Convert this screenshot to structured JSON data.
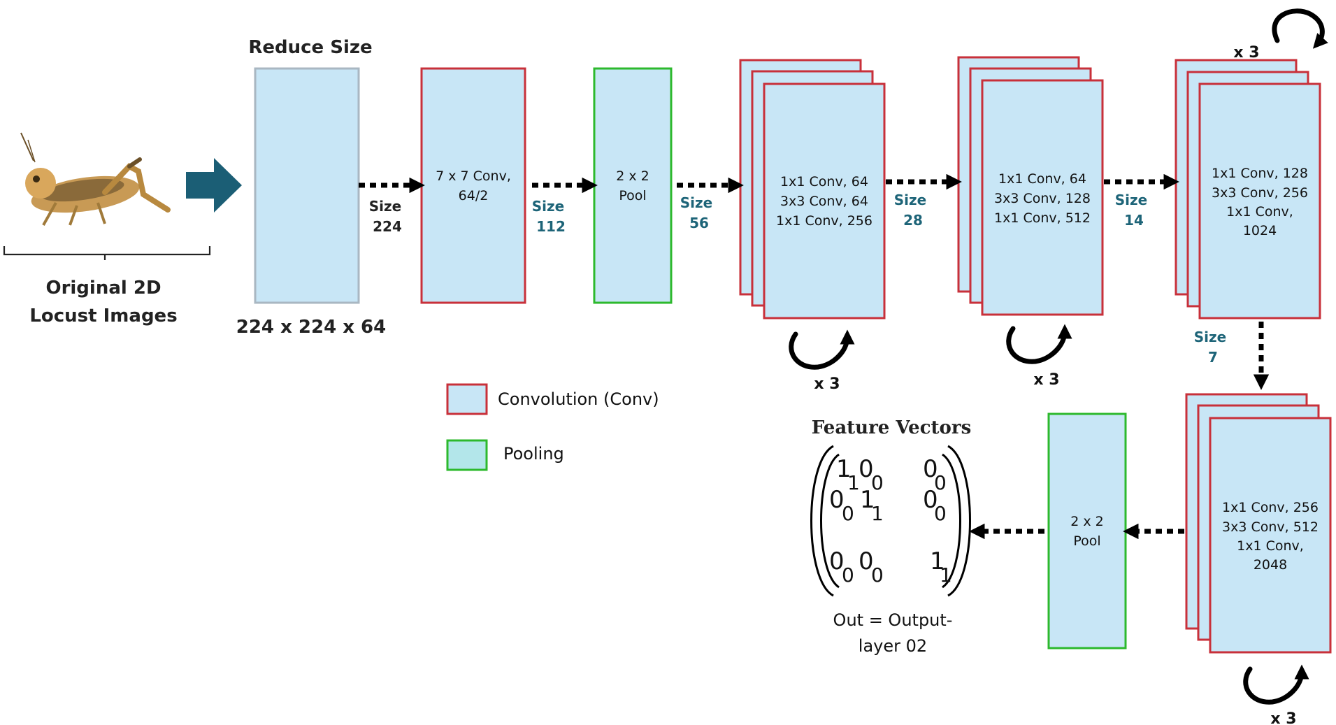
{
  "labels": {
    "original_line1": "Original 2D",
    "original_line2": "Locust Images",
    "reduce_size": "Reduce Size",
    "dims": "224 x 224 x 64",
    "feature_vectors": "Feature Vectors",
    "out_line1": "Out = Output-",
    "out_line2": "layer 02"
  },
  "sizes": {
    "s224": [
      "Size",
      "224"
    ],
    "s112": [
      "Size",
      "112"
    ],
    "s56": [
      "Size",
      "56"
    ],
    "s28": [
      "Size",
      "28"
    ],
    "s14": [
      "Size",
      "14"
    ],
    "s7": [
      "Size",
      "7"
    ]
  },
  "blocks": {
    "conv7": [
      "7 x 7 Conv,",
      "64/2"
    ],
    "pool1": [
      "2 x 2",
      "Pool"
    ],
    "stage1": [
      "1x1 Conv, 64",
      "3x3 Conv, 64",
      "1x1 Conv, 256"
    ],
    "stage2": [
      "1x1 Conv, 64",
      "3x3 Conv, 128",
      "1x1 Conv, 512"
    ],
    "stage3": [
      "1x1 Conv, 128",
      "3x3 Conv, 256",
      "1x1 Conv,",
      "1024"
    ],
    "stage4": [
      "1x1 Conv, 256",
      "3x3 Conv, 512",
      "1x1 Conv,",
      "2048"
    ],
    "pool2": [
      "2 x 2",
      "Pool"
    ]
  },
  "repeats": {
    "stage1": "x 3",
    "stage2": "x 3",
    "stage3": "x 3",
    "stage4": "x 3"
  },
  "legend": {
    "conv": "Convolution (Conv)",
    "pool": "Pooling"
  },
  "matrix_digits": {
    "d1": "1",
    "d2": "1",
    "d3": "0",
    "d4": "0",
    "d5": "0",
    "d6": "0",
    "d7": "0",
    "d8": "0",
    "d9": "1",
    "d10": "1",
    "d11": "0",
    "d12": "0",
    "d13": "0",
    "d14": "0",
    "d15": "0",
    "d16": "0",
    "d17": "1",
    "d18": "1"
  },
  "colors": {
    "box_fill": "#c8e6f6",
    "conv_border": "#c8303a",
    "pool_border": "#2db92d",
    "input_border": "#a9b7c2",
    "size_text": "#1d6478",
    "arrow_big": "#1b5e75"
  }
}
